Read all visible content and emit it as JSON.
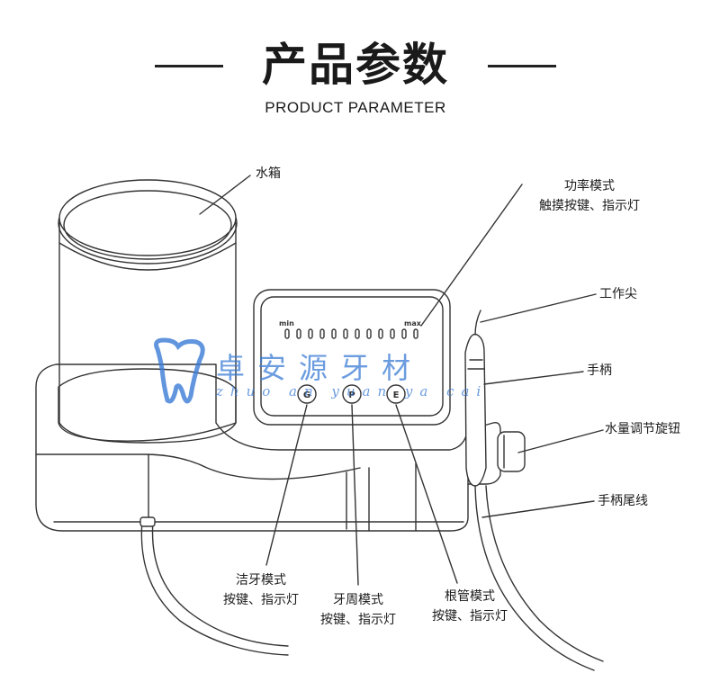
{
  "header": {
    "title": "产品参数",
    "subtitle": "PRODUCT PARAMETER"
  },
  "device": {
    "panel_min": "min",
    "panel_max": "max",
    "buttons": [
      "G",
      "P",
      "E"
    ]
  },
  "labels": {
    "water_tank": "水箱",
    "power_mode_line1": "功率模式",
    "power_mode_line2": "触摸按键、指示灯",
    "tip": "工作尖",
    "handle": "手柄",
    "water_knob": "水量调节旋钮",
    "handle_cable": "手柄尾线",
    "clean_mode_line1": "洁牙模式",
    "clean_mode_line2": "按键、指示灯",
    "perio_mode_line1": "牙周模式",
    "perio_mode_line2": "按键、指示灯",
    "endo_mode_line1": "根管模式",
    "endo_mode_line2": "按键、指示灯"
  },
  "watermark": {
    "text": "卓安源牙材",
    "pinyin": "zhuo an yuan ya cai"
  },
  "colors": {
    "line": "#333333",
    "watermark": "#3a7bd5"
  }
}
